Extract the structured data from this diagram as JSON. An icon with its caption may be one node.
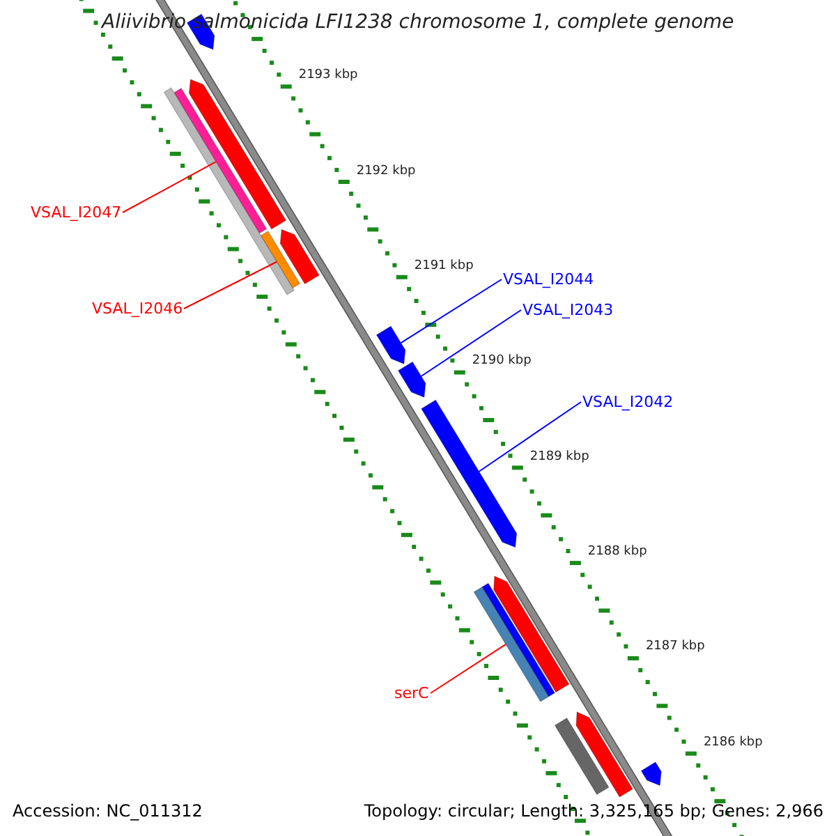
{
  "diagram": {
    "title": "Aliivibrio salmonicida LFI1238 chromosome 1, complete genome",
    "nodes": [
      {
        "text": [
          "VSAL_I2047"
        ]
      },
      {
        "text": [],
        "shape": "bar"
      },
      {
        "text": [
          "VSAL_I2046"
        ]
      },
      {
        "text": [],
        "shape": "bar"
      },
      {
        "text": [
          "VSAL_I2044"
        ]
      },
      {
        "text": [],
        "shape": "bar"
      },
      {
        "text": [
          "VSAL_I2043"
        ]
      },
      {
        "text": [],
        "shape": "bar"
      },
      {
        "text": [
          "VSAL_I2042"
        ]
      },
      {
        "text": [],
        "shape": "bar"
      },
      {
        "text": [
          "serC"
        ]
      },
      {
        "text": [],
        "shape": "bar"
      },
      {
        "text": [],
        "shape": "bar"
      },
      {
        "text": [],
        "shape": "bar"
      },
      {
        "text": [],
        "shape": "bar"
      },
      {
        "text": [],
        "shape": "bar"
      },
      {
        "text": [],
        "shape": "bar"
      },
      {
        "text": [],
        "shape": "bar"
      },
      {
        "text": [],
        "shape": "bar"
      },
      {
        "text": [],
        "shape": "bar"
      },
      {
        "text": [],
        "shape": "bar"
      }
    ],
    "edges": [
      {
        "from": 0,
        "to": 1,
        "arrow": "none",
        "color": "#ff0000"
      },
      {
        "from": 2,
        "to": 3,
        "arrow": "none",
        "color": "#ff0000"
      },
      {
        "from": 4,
        "to": 5,
        "arrow": "none",
        "color": "#0000ff"
      },
      {
        "from": 6,
        "to": 7,
        "arrow": "none",
        "color": "#0000ff"
      },
      {
        "from": 8,
        "to": 9,
        "arrow": "none",
        "color": "#0000ff"
      },
      {
        "from": 10,
        "to": 11,
        "arrow": "none",
        "color": "#ff0000"
      }
    ],
    "labels": [
      "2193 kbp",
      "2192 kbp",
      "2191 kbp",
      "2190 kbp",
      "2189 kbp",
      "2188 kbp",
      "2187 kbp",
      "2186 kbp",
      "Accession: NC_011312",
      "Topology: circular; Length: 3,325,165 bp; Genes: 2,966"
    ]
  }
}
